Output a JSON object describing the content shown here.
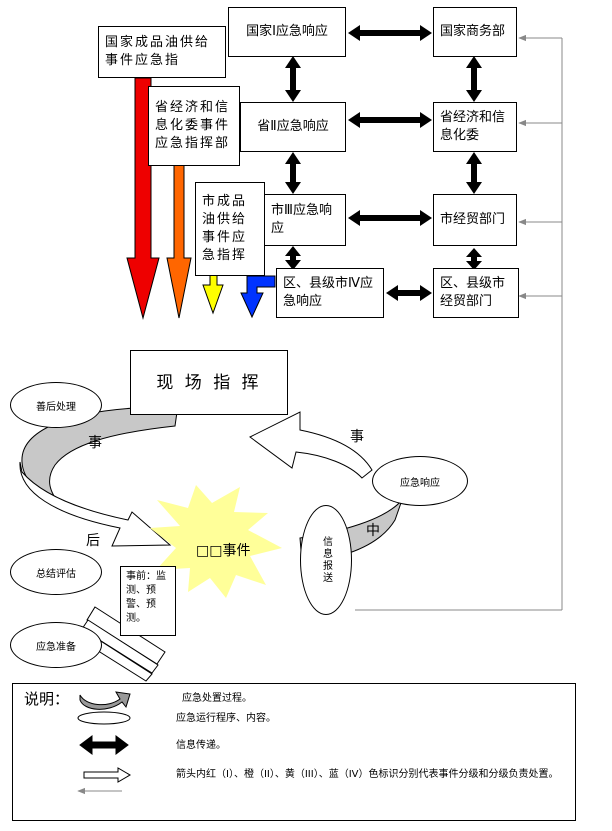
{
  "top": {
    "national_response": "国家Ⅰ应急响应",
    "national_commerce": "国家商务部",
    "national_command": "国家成品油供给事件应急指",
    "province_command": "省经济和信息化委事件应急指挥部",
    "province_response": "省Ⅱ应急响应",
    "province_committee": "省经济和信息化委",
    "city_command": "市成品油供给事件应急指挥",
    "city_response": "市Ⅲ应急响应",
    "city_trade": "市经贸部门",
    "county_response": "区、县级市Ⅳ应急响应",
    "county_trade": "区、县级市经贸部门"
  },
  "cycle": {
    "site_command": "现 场 指 挥",
    "aftermath": "善后处理",
    "emergency_response": "应急响应",
    "info_report": "信息报送",
    "summary": "总结评估",
    "preparation": "应急准备",
    "event": "□□事件",
    "pre_event": "事前：监测、预警、预测。",
    "label_shi_left": "事",
    "label_hou": "后",
    "label_shi_right": "事",
    "label_zhong": "中"
  },
  "legend": {
    "title": "说明：",
    "process": "应急处置过程。",
    "procedure": "应急运行程序、内容。",
    "info": "信息传递。",
    "arrows": "箭头内红（I）、橙（II）、黄（III）、蓝（IV）色标识分别代表事件分级和分级负责处置。"
  },
  "colors": {
    "red": "#ee0000",
    "orange": "#ff6600",
    "yellow": "#ffff00",
    "blue": "#0033ff",
    "starburst": "#ffff99",
    "band_gray": "#c8c8c8",
    "feedback_gray": "#888888"
  }
}
